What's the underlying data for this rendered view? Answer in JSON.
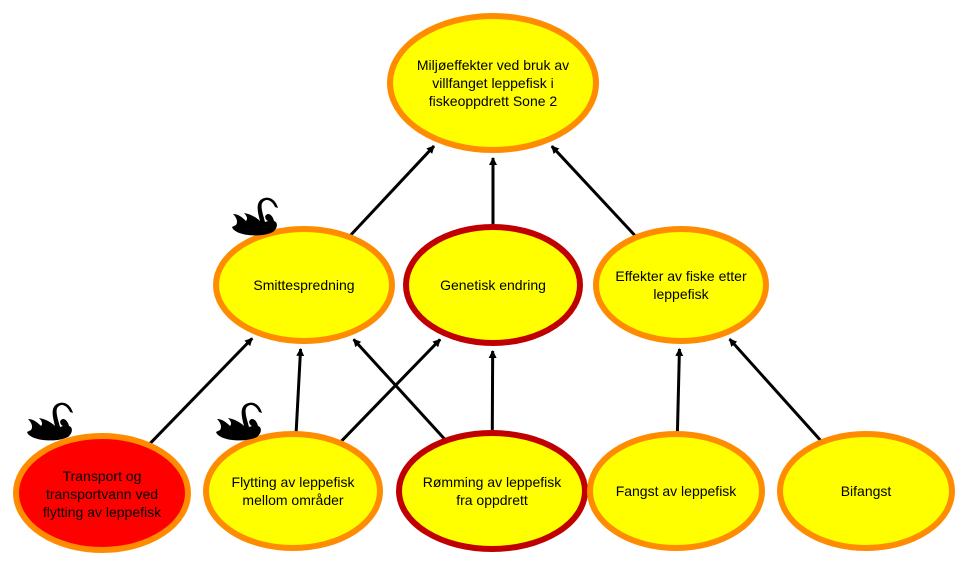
{
  "colors": {
    "fill_yellow": "#FFFF00",
    "fill_red": "#FF0000",
    "border_orange": "#FF8C00",
    "border_darkred": "#C00000",
    "arrow": "#000000"
  },
  "nodes": {
    "root": {
      "label": "Miljøeffekter ved bruk av villfanget leppefisk i fiskeoppdrett Sone 2",
      "fill": "yellow",
      "border": "orange"
    },
    "smitte": {
      "label": "Smittespredning",
      "fill": "yellow",
      "border": "orange",
      "swan_icon": "black-swan-icon"
    },
    "genetisk": {
      "label": "Genetisk endring",
      "fill": "yellow",
      "border": "darkred"
    },
    "effekter": {
      "label": "Effekter av fiske etter leppefisk",
      "fill": "yellow",
      "border": "orange"
    },
    "transport": {
      "label": "Transport og transportvann ved flytting av leppefisk",
      "fill": "red",
      "border": "orange",
      "swan_icon": "black-swan-icon"
    },
    "flytting": {
      "label": "Flytting av leppefisk mellom områder",
      "fill": "yellow",
      "border": "orange",
      "swan_icon": "black-swan-icon"
    },
    "romming": {
      "label": "Rømming av leppefisk fra oppdrett",
      "fill": "yellow",
      "border": "darkred"
    },
    "fangst": {
      "label": "Fangst av leppefisk",
      "fill": "yellow",
      "border": "orange"
    },
    "bifangst": {
      "label": "Bifangst",
      "fill": "yellow",
      "border": "orange"
    }
  },
  "edges": [
    {
      "from": "smitte",
      "to": "root"
    },
    {
      "from": "genetisk",
      "to": "root"
    },
    {
      "from": "effekter",
      "to": "root"
    },
    {
      "from": "transport",
      "to": "smitte"
    },
    {
      "from": "flytting",
      "to": "smitte"
    },
    {
      "from": "flytting",
      "to": "genetisk"
    },
    {
      "from": "romming",
      "to": "smitte"
    },
    {
      "from": "romming",
      "to": "genetisk"
    },
    {
      "from": "fangst",
      "to": "effekter"
    },
    {
      "from": "bifangst",
      "to": "effekter"
    }
  ]
}
